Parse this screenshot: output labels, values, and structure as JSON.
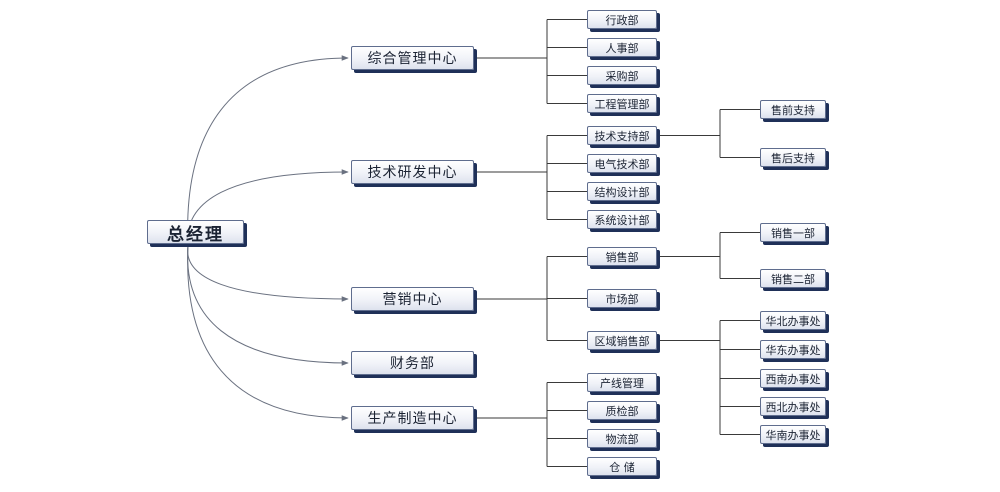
{
  "root": {
    "label": "总经理"
  },
  "centers": [
    {
      "label": "综合管理中心",
      "children": [
        {
          "label": "行政部"
        },
        {
          "label": "人事部"
        },
        {
          "label": "采购部"
        },
        {
          "label": "工程管理部"
        }
      ]
    },
    {
      "label": "技术研发中心",
      "children": [
        {
          "label": "技术支持部",
          "children": [
            {
              "label": "售前支持"
            },
            {
              "label": "售后支持"
            }
          ]
        },
        {
          "label": "电气技术部"
        },
        {
          "label": "结构设计部"
        },
        {
          "label": "系统设计部"
        }
      ]
    },
    {
      "label": "营销中心",
      "children": [
        {
          "label": "销售部",
          "children": [
            {
              "label": "销售一部"
            },
            {
              "label": "销售二部"
            }
          ]
        },
        {
          "label": "市场部"
        },
        {
          "label": "区域销售部",
          "children": [
            {
              "label": "华北办事处"
            },
            {
              "label": "华东办事处"
            },
            {
              "label": "西南办事处"
            },
            {
              "label": "西北办事处"
            },
            {
              "label": "华南办事处"
            }
          ]
        }
      ]
    },
    {
      "label": "财务部",
      "children": []
    },
    {
      "label": "生产制造中心",
      "children": [
        {
          "label": "产线管理"
        },
        {
          "label": "质检部"
        },
        {
          "label": "物流部"
        },
        {
          "label": "仓 储"
        }
      ]
    }
  ],
  "colors": {
    "line": "#3a3a3a",
    "arrow": "#6a7180",
    "node_border": "#5f6d8e",
    "node_shadow": "#1f3058",
    "node_text": "#1b2333"
  }
}
